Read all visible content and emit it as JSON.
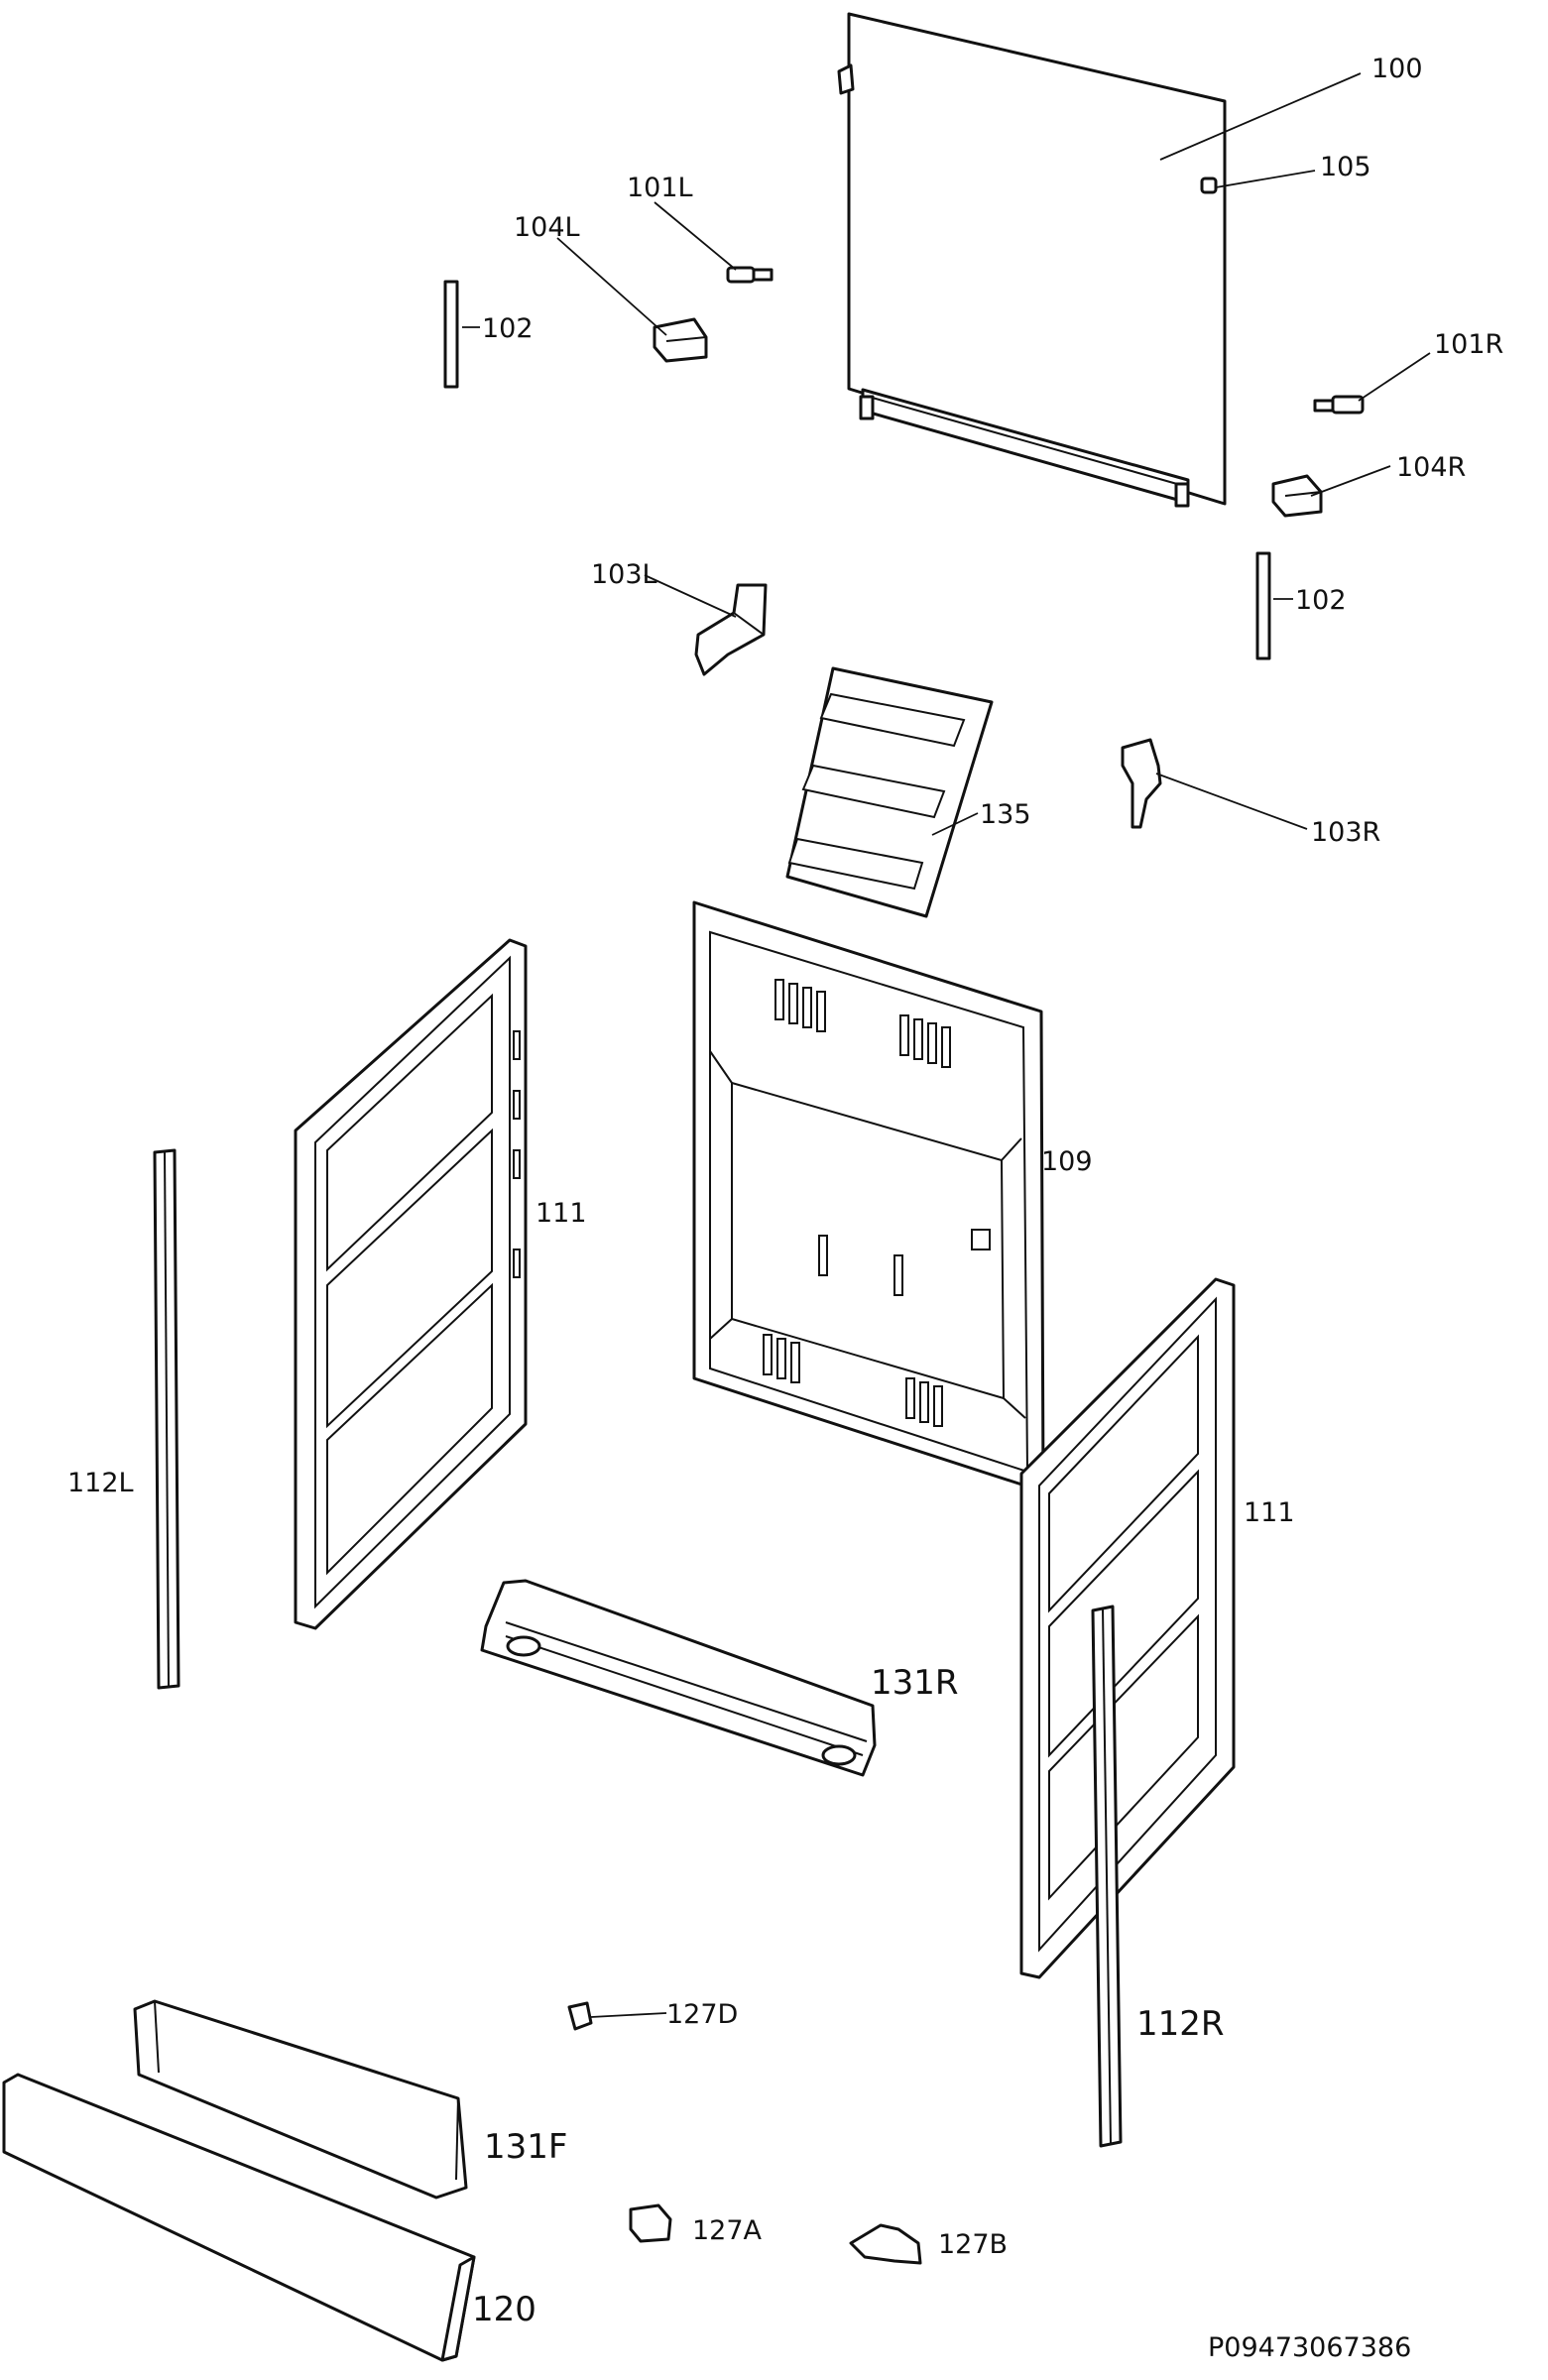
{
  "diagram": {
    "labels": {
      "l100": "100",
      "l105": "105",
      "l101L": "101L",
      "l104L": "104L",
      "l102a": "102",
      "l101R": "101R",
      "l104R": "104R",
      "l103L": "103L",
      "l102b": "102",
      "l135": "135",
      "l103R": "103R",
      "l109": "109",
      "l111a": "111",
      "l112L": "112L",
      "l111b": "111",
      "l131R": "131R",
      "l127D": "127D",
      "l112R": "112R",
      "l131F": "131F",
      "l127A": "127A",
      "l127B": "127B",
      "l120": "120"
    },
    "document_code": "P09473067386"
  }
}
